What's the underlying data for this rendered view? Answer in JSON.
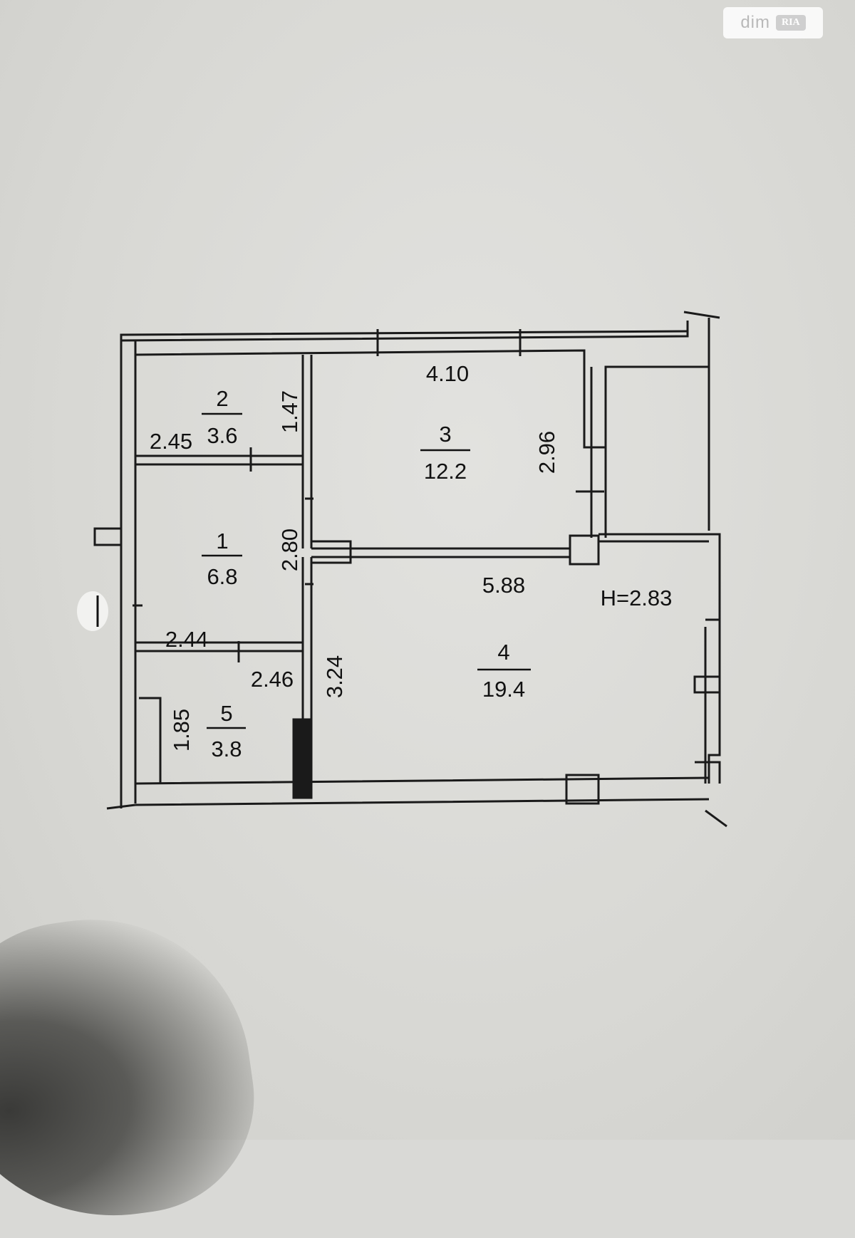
{
  "watermark": {
    "brand": "dim",
    "badge": "RIA"
  },
  "rooms": [
    {
      "number": "2",
      "area": "3.6"
    },
    {
      "number": "3",
      "area": "12.2"
    },
    {
      "number": "1",
      "area": "6.8"
    },
    {
      "number": "4",
      "area": "19.4"
    },
    {
      "number": "5",
      "area": "3.8"
    }
  ],
  "dimensions": [
    "4.10",
    "1.47",
    "2.45",
    "2.96",
    "2.80",
    "5.88",
    "2.44",
    "2.46",
    "3.24",
    "1.85"
  ],
  "ceiling_height": "H=2.83"
}
